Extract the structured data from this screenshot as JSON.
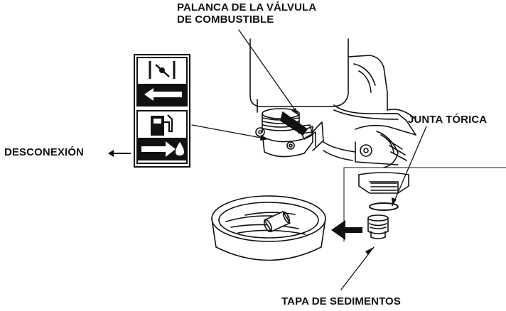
{
  "labels": {
    "fuel_valve_lever": [
      "PALANCA DE LA VÁLVULA",
      "DE COMBUSTIBLE"
    ],
    "o_ring": "JUNTA TÓRICA",
    "disconnection": "DESCONEXIÓN",
    "sediment_cup": "TAPA DE SEDIMENTOS"
  },
  "colors": {
    "ink": "#111111",
    "background": "#ffffff"
  },
  "icons": [
    "valve-off-icon",
    "arrow-left-icon",
    "fuel-pump-icon",
    "arrow-right-drop-icon"
  ]
}
